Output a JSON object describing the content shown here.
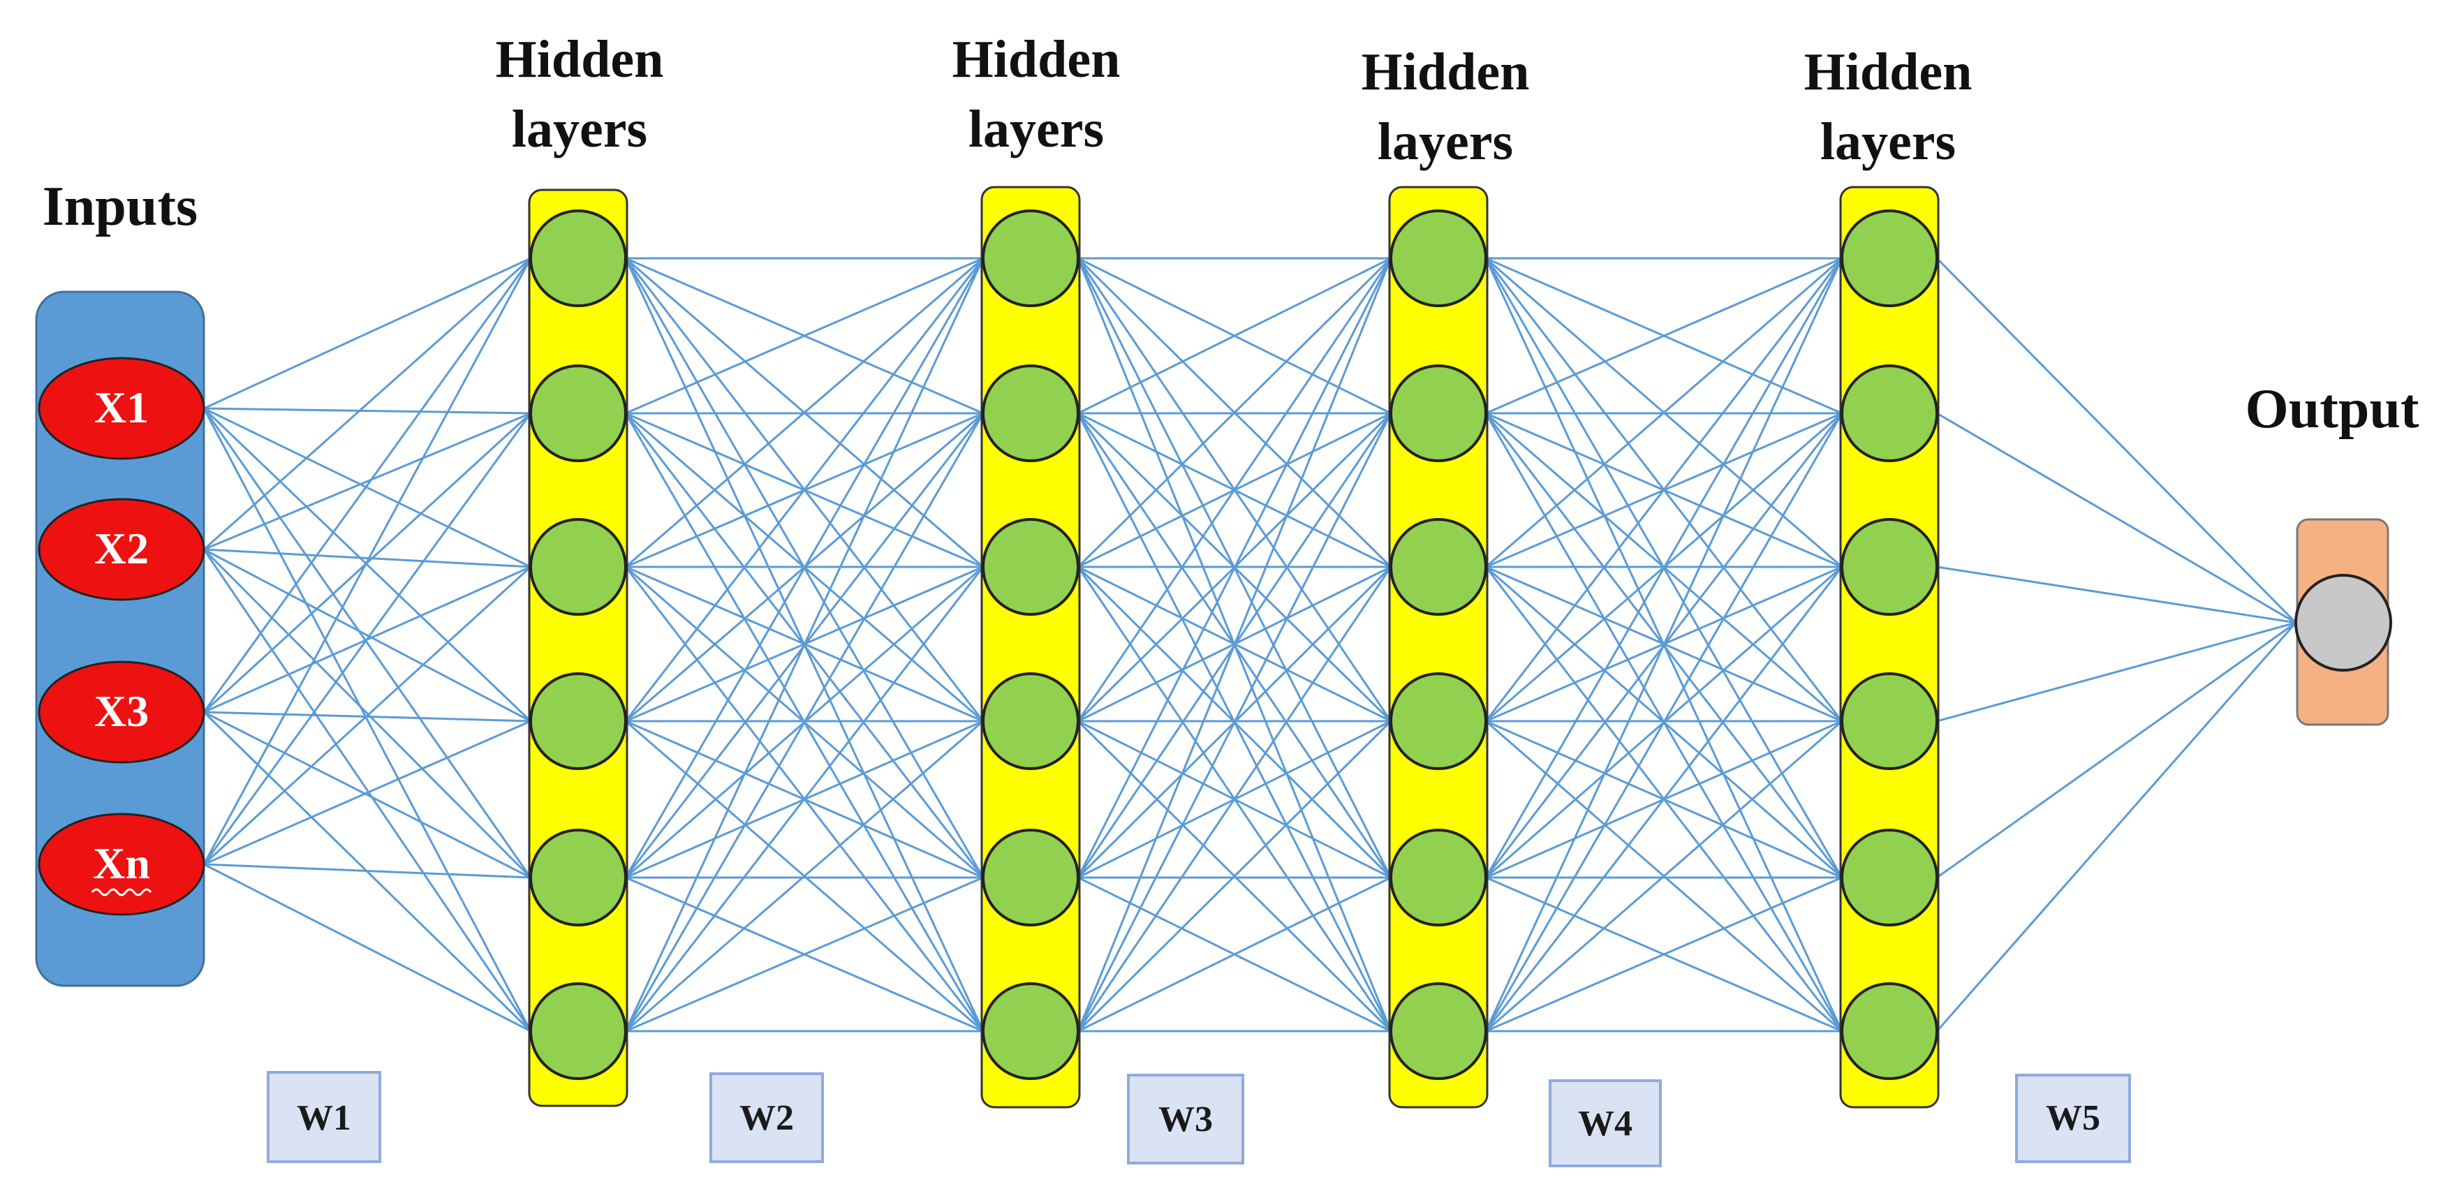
{
  "inputs": {
    "title": "Inputs",
    "nodes": [
      "X1",
      "X2",
      "X3",
      "Xn"
    ]
  },
  "hidden_layers": [
    {
      "title_line1": "Hidden",
      "title_line2": "layers",
      "node_count": 6
    },
    {
      "title_line1": "Hidden",
      "title_line2": "layers",
      "node_count": 6
    },
    {
      "title_line1": "Hidden",
      "title_line2": "layers",
      "node_count": 6
    },
    {
      "title_line1": "Hidden",
      "title_line2": "layers",
      "node_count": 6
    }
  ],
  "output": {
    "title": "Output",
    "node_count": 1
  },
  "weights": [
    "W1",
    "W2",
    "W3",
    "W4",
    "W5"
  ],
  "colors": {
    "input_panel": "#5b9bd5",
    "input_node": "#ee1111",
    "hidden_bar": "#ffff00",
    "hidden_node": "#92d050",
    "output_panel": "#f4b183",
    "output_node": "#c8c8c8",
    "connection": "#5b9bd5",
    "weight_box": "#dae3f3"
  }
}
